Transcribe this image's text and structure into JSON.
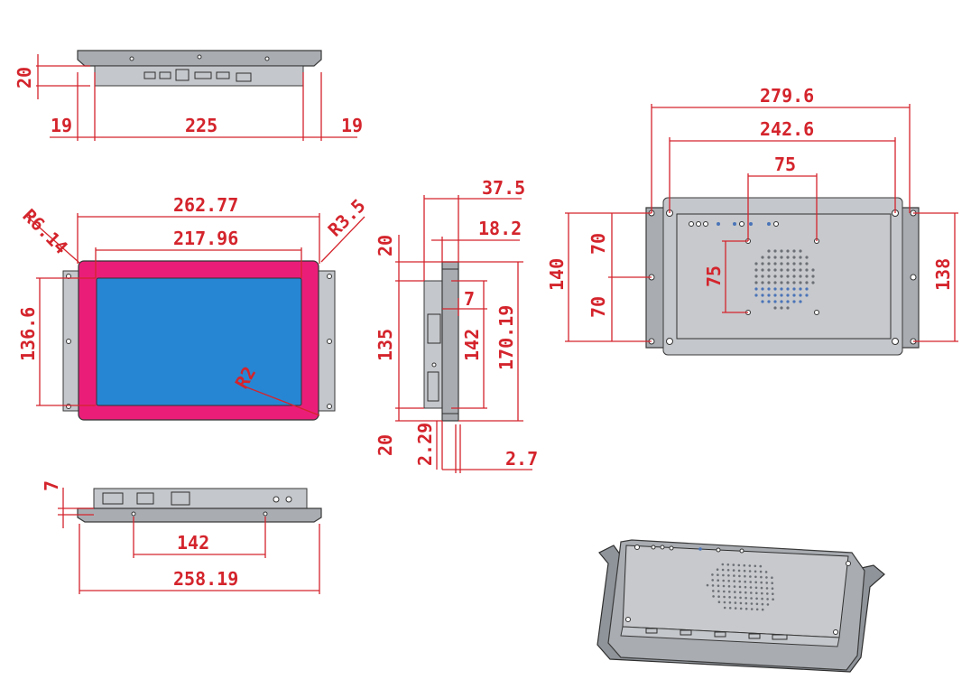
{
  "colors": {
    "dimension": "#d4242c",
    "bezel": "#ea1e79",
    "screen": "#2786d3",
    "housing": "#a9adb2"
  },
  "top_view": {
    "dims": [
      "20",
      "19",
      "225",
      "19"
    ]
  },
  "front_view": {
    "dims": [
      "262.77",
      "217.96",
      "136.6",
      "R6.14",
      "R3.5",
      "R2"
    ]
  },
  "side_view": {
    "dims": [
      "37.5",
      "18.2",
      "20",
      "7",
      "135",
      "142",
      "170.19",
      "20",
      "2.29",
      "2.7"
    ]
  },
  "bottom_view": {
    "dims": [
      "7",
      "142",
      "258.19"
    ]
  },
  "rear_view": {
    "dims": [
      "279.6",
      "242.6",
      "75",
      "70",
      "70",
      "140",
      "75",
      "138"
    ]
  }
}
